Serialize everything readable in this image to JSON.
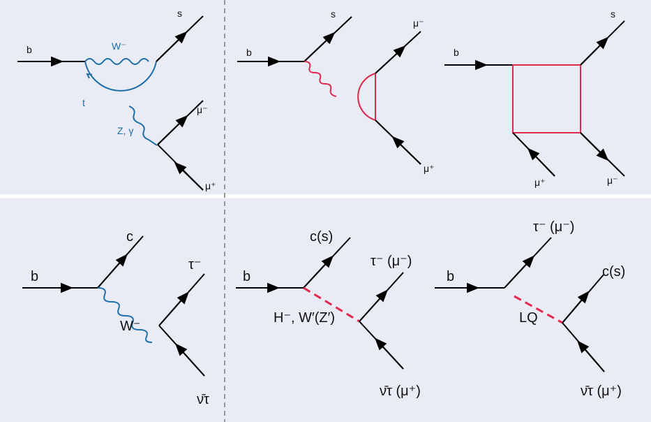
{
  "colors": {
    "background": "#e9ebf5",
    "fermion": "#000000",
    "sm_boson": "#1f6fa8",
    "new_physics": "#e0294f",
    "divider": "#9a9a9a"
  },
  "top_row": {
    "penguin_sm": {
      "b": "b",
      "s": "s",
      "w": "W⁻",
      "t": "t",
      "zgamma": "Z, γ",
      "mu_minus": "μ⁻",
      "mu_plus": "μ⁺"
    },
    "penguin_np": {
      "b": "b",
      "s": "s",
      "mu_minus": "μ⁻",
      "mu_plus": "μ⁺"
    },
    "box_np": {
      "b": "b",
      "s": "s",
      "mu_plus": "μ⁺",
      "mu_minus": "μ⁻"
    }
  },
  "bottom_row": {
    "tree_sm": {
      "b": "b",
      "c": "c",
      "w": "W⁻",
      "tau": "τ⁻",
      "nu": "ν̄τ"
    },
    "tree_higgs": {
      "b": "b",
      "c": "c(s)",
      "mediator": "H⁻, W′(Z′)",
      "tau": "τ⁻ (μ⁻)",
      "nu": "ν̄τ (μ⁺)"
    },
    "tree_lq": {
      "b": "b",
      "tau": "τ⁻ (μ⁻)",
      "mediator": "LQ",
      "c": "c(s)",
      "nu": "ν̄τ (μ⁺)"
    }
  }
}
